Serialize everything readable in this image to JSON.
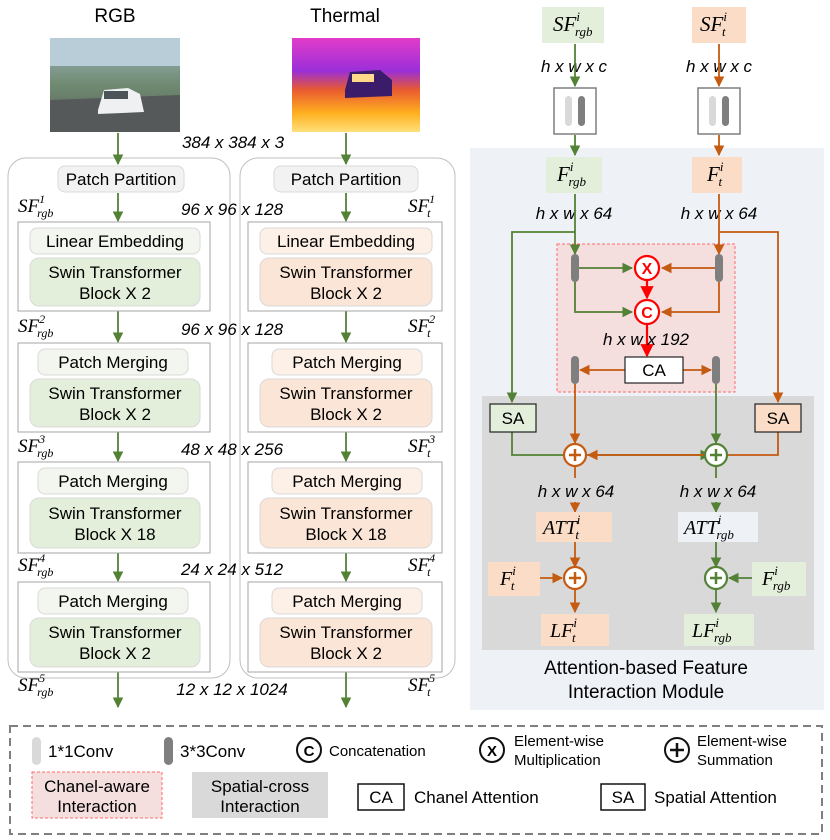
{
  "left": {
    "rgb_title": "RGB",
    "thermal_title": "Thermal",
    "input_dim": "384 x 384 x 3",
    "patch_partition": "Patch Partition",
    "linear_embedding": "Linear Embedding",
    "patch_merging": "Patch Merging",
    "swin_line1": "Swin Transformer",
    "stages": [
      {
        "blocks": "Block X 2",
        "dim": "96 x 96 x 128"
      },
      {
        "blocks": "Block X 2",
        "dim": "96 x 96 x 128"
      },
      {
        "blocks": "Block X 18",
        "dim": "48 x 48 x 256"
      },
      {
        "blocks": "Block X 2",
        "dim": "24 x 24 x 512"
      },
      {
        "dim": "12 x 12 x 1024"
      }
    ],
    "sf_main": "SF",
    "sf_rgb_sub": "rgb",
    "sf_t_sub": "t",
    "sup_labels": [
      "1",
      "2",
      "3",
      "4",
      "5"
    ]
  },
  "module": {
    "in_rgb": "SF",
    "in_t": "SF",
    "sup_i": "i",
    "sub_rgb": "rgb",
    "sub_t": "t",
    "dim_hwc": "h x w x c",
    "f_main": "F",
    "dim_hw64": "h x w x 64",
    "dim_hw192": "h x w x 192",
    "ca": "CA",
    "sa": "SA",
    "att_main": "ATT",
    "lf_main": "LF",
    "title_line1": "Attention-based Feature",
    "title_line2": "Interaction Module",
    "op_c": "C",
    "op_x": "X"
  },
  "legend": {
    "conv1": "1*1Conv",
    "conv3": "3*3Conv",
    "concat": "Concatenation",
    "mult1": "Element-wise",
    "mult2": "Multiplication",
    "sum1": "Element-wise",
    "sum2": "Summation",
    "chanel1": "Chanel-aware",
    "chanel2": "Interaction",
    "spatial1": "Spatial-cross",
    "spatial2": "Interaction",
    "ca": "CA",
    "ca_text": "Chanel Attention",
    "sa": "SA",
    "sa_text": "Spatial Attention"
  },
  "colors": {
    "green_fill": "#e3efdb",
    "orange_fill": "#fbdcc7",
    "green_line": "#538135",
    "orange_line": "#c55a11",
    "red": "#ff0000",
    "module_bg": "#eef2f7",
    "spatial_bg": "#d9d9d9",
    "chanel_bg": "#f4dede"
  }
}
